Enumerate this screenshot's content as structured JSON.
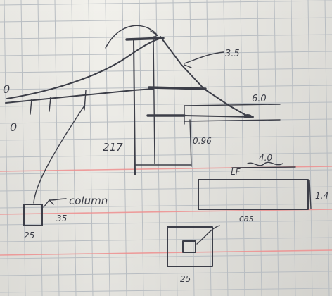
{
  "labels": {
    "left_top_zero": "0",
    "left_bottom_zero": "0",
    "top_right_value": "3.5",
    "mid_right_value": "6.0",
    "tower_height": "217",
    "tower_offset": "0.96",
    "lf_label": "LF",
    "lf_value": "4.0",
    "lf_side": "1.4",
    "column_label": "column",
    "column_width": "25",
    "column_height": "35",
    "cross_section_label": "cas",
    "cross_section_width": "25"
  },
  "colors": {
    "paper": "#f2f1ec",
    "grid": "#b8bdc2",
    "red_rule": "#ef8f8f",
    "ink": "#3c3e48"
  }
}
